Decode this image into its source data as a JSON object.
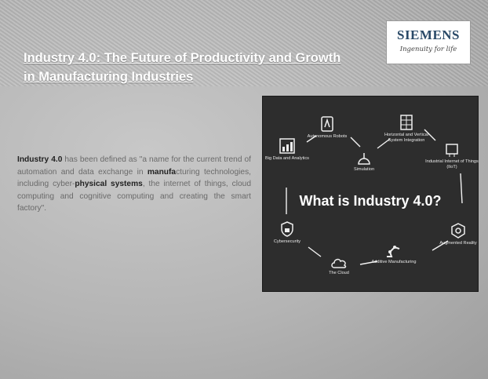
{
  "slide": {
    "title": "Industry 4.0: The Future of Productivity and Growth in Manufacturing Industries",
    "logo": {
      "name": "SIEMENS",
      "tagline": "Ingenuity for life"
    },
    "body": {
      "term": "Industry 4.0",
      "text_1": " has been defined as \"a name for the current trend of automation and data exchange in ",
      "emph_2": "manufa",
      "text_2": "cturing technologies, including cyber-",
      "emph_3": "physical systems",
      "text_3": ", the internet of things, cloud computing and cognitive computing and creating the smart factory\"."
    },
    "figure": {
      "title": "What is Industry 4.0?",
      "nodes": [
        {
          "label": "Big Data and Analytics",
          "icon": "chart-icon"
        },
        {
          "label": "Autonomous Robots",
          "icon": "robot-tablet-icon"
        },
        {
          "label": "Simulation",
          "icon": "simulation-icon"
        },
        {
          "label": "Horizontal and Vertical System Integration",
          "icon": "server-grid-icon"
        },
        {
          "label": "Industrial Internet of Things (IIoT)",
          "icon": "iot-device-icon"
        },
        {
          "label": "Cybersecurity",
          "icon": "shield-lock-icon"
        },
        {
          "label": "The Cloud",
          "icon": "cloud-icon"
        },
        {
          "label": "Additive Manufacturing",
          "icon": "robot-arm-icon"
        },
        {
          "label": "Augmented Reality",
          "icon": "ar-icon"
        }
      ]
    }
  }
}
